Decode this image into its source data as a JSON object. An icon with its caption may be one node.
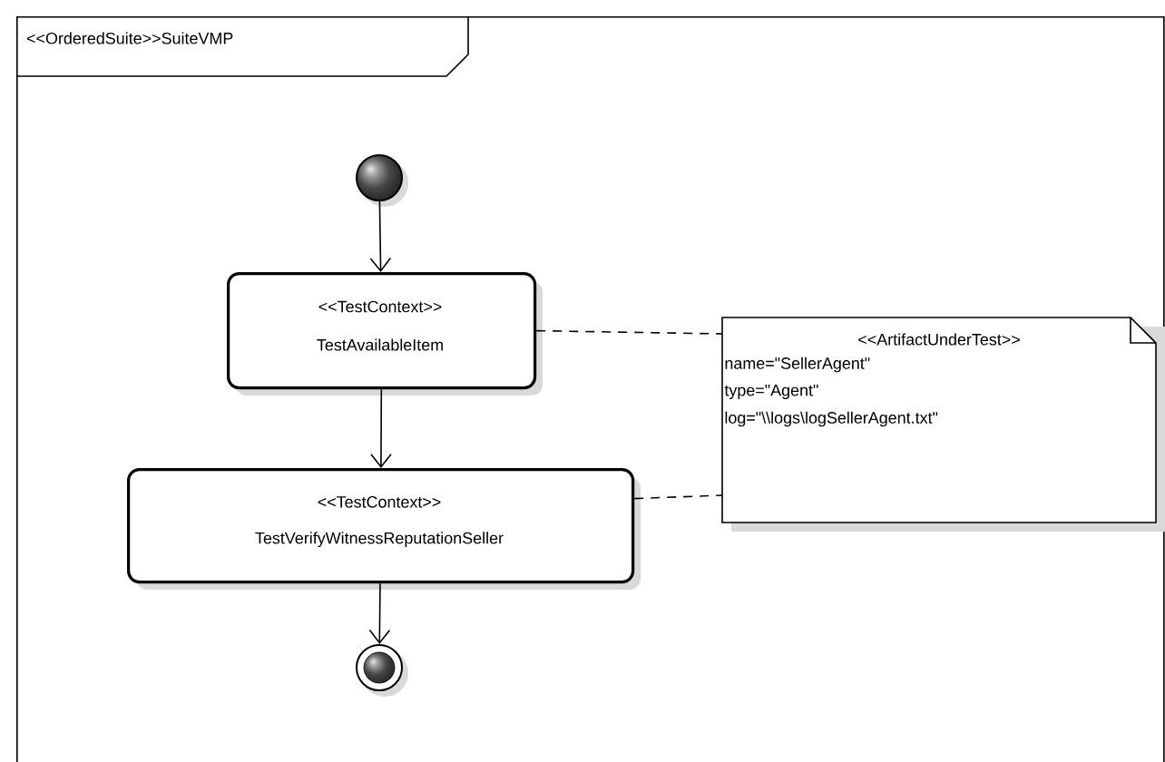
{
  "diagram": {
    "nodes": [
      {
        "text": [
          "<<OrderedSuite>>SuiteVMP"
        ]
      },
      {
        "text": [],
        "shape": "circle",
        "in": 0
      },
      {
        "text": [
          "<<TestContext>>",
          "TestAvailableItem"
        ],
        "in": 0
      },
      {
        "text": [
          "<<TestContext>>",
          "TestVerifyWitnessReputationSeller"
        ],
        "in": 0
      },
      {
        "text": [],
        "shape": "circle",
        "in": 0
      },
      {
        "text": [
          "<<ArtifactUnderTest>>",
          "name=\"SellerAgent\"",
          "type=\"Agent\"",
          "log=\"\\\\logs\\logSellerAgent.txt\""
        ],
        "in": 0
      }
    ],
    "edges": [
      {
        "from": 1,
        "to": 2,
        "arrow": "to"
      },
      {
        "from": 2,
        "to": 3,
        "arrow": "to"
      },
      {
        "from": 3,
        "to": 4,
        "arrow": "to"
      },
      {
        "from": 2,
        "to": 5,
        "arrow": "none",
        "style": "dashed"
      },
      {
        "from": 3,
        "to": 5,
        "arrow": "none",
        "style": "dashed"
      }
    ]
  }
}
